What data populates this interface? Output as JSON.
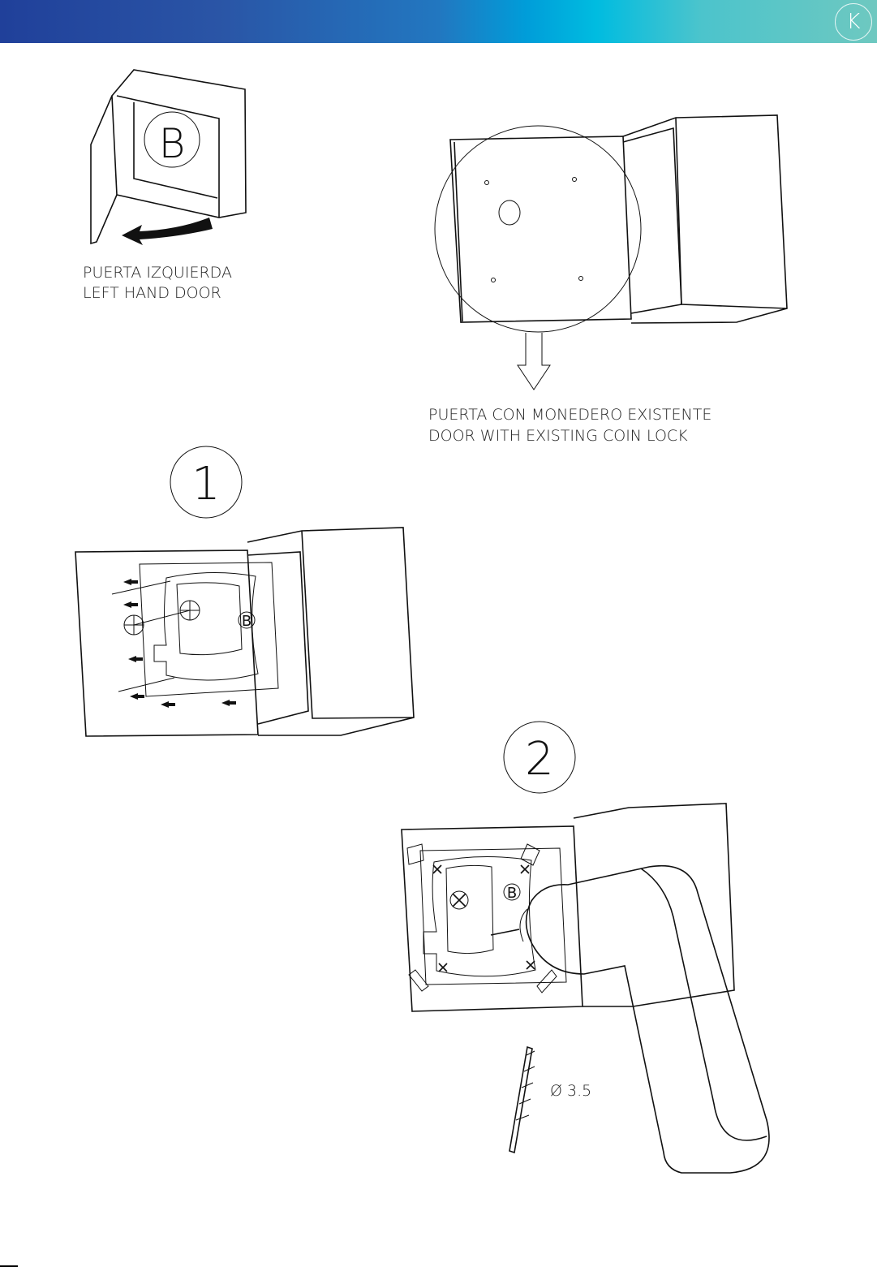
{
  "header": {
    "logo_text": "K",
    "gradient_colors": [
      "#20409a",
      "#2277c0",
      "#00bce0",
      "#6ec8c0"
    ]
  },
  "figure_left_door": {
    "marker": "B",
    "label_es": "PUERTA IZQUIERDA",
    "label_en": "LEFT HAND DOOR"
  },
  "figure_existing": {
    "label_es": "PUERTA  CON MONEDERO EXISTENTE",
    "label_en": "DOOR WITH EXISTING COIN LOCK"
  },
  "step1": {
    "number": "1",
    "marker": "B"
  },
  "step2": {
    "number": "2",
    "marker": "B",
    "drill_size": "Ø 3.5"
  }
}
